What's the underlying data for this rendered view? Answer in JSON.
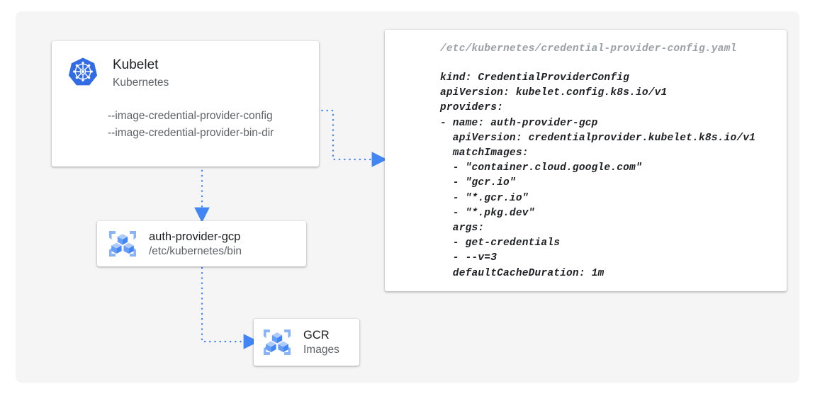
{
  "diagram": {
    "background_color": "#f5f5f5",
    "accent_color": "#4285f4",
    "title_color": "#202124",
    "muted_color": "#5f6368"
  },
  "kubelet_card": {
    "icon": "kubernetes-icon",
    "title": "Kubelet",
    "subtitle": "Kubernetes",
    "flags": [
      "--image-credential-provider-config",
      "--image-credential-provider-bin-dir"
    ]
  },
  "auth_provider_card": {
    "icon": "gcp-container-registry-icon",
    "title": "auth-provider-gcp",
    "subtitle": "/etc/kubernetes/bin"
  },
  "gcr_card": {
    "icon": "gcp-container-registry-icon",
    "title": "GCR",
    "subtitle": "Images"
  },
  "code_card": {
    "path": "/etc/kubernetes/credential-provider-config.yaml",
    "lines": [
      "kind: CredentialProviderConfig",
      "apiVersion: kubelet.config.k8s.io/v1",
      "providers:",
      "- name: auth-provider-gcp",
      "  apiVersion: credentialprovider.kubelet.k8s.io/v1",
      "  matchImages:",
      "  - \"container.cloud.google.com\"",
      "  - \"gcr.io\"",
      "  - \"*.gcr.io\"",
      "  - \"*.pkg.dev\"",
      "  args:",
      "  - get-credentials",
      "  - --v=3",
      "  defaultCacheDuration: 1m"
    ]
  },
  "connectors": [
    {
      "name": "kubelet-config-to-yaml",
      "style": "dotted",
      "arrow": "right"
    },
    {
      "name": "kubelet-to-auth-provider",
      "style": "dotted",
      "arrow": "down"
    },
    {
      "name": "auth-provider-to-gcr",
      "style": "dotted",
      "arrow": "right"
    }
  ]
}
